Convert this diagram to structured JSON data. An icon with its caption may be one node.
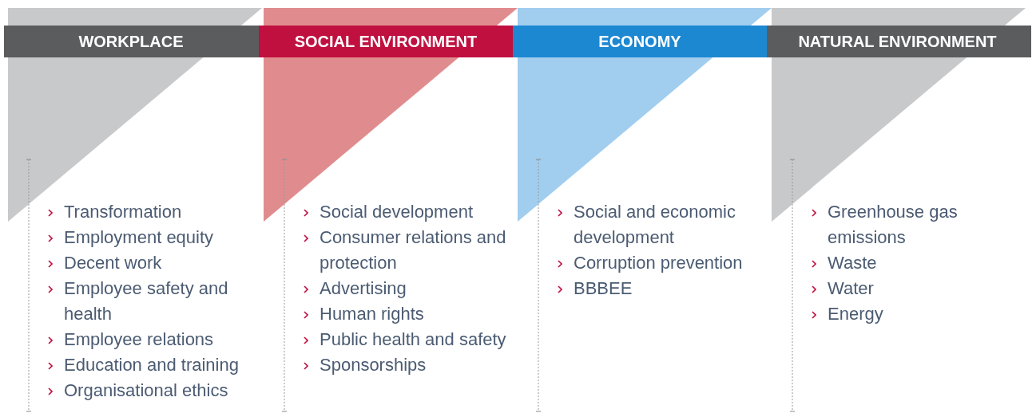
{
  "diagram": {
    "nodes": [
      {
        "text": [
          "WORKPLACE",
          "Transformation",
          "Employment equity",
          "Decent work",
          "Employee safety and health",
          "Employee relations",
          "Education and training",
          "Organisational ethics"
        ]
      },
      {
        "text": [
          "SOCIAL ENVIRONMENT",
          "Social development",
          "Consumer relations and protection",
          "Advertising",
          "Human rights",
          "Public health and safety",
          "Sponsorships"
        ]
      },
      {
        "text": [
          "ECONOMY",
          "Social and economic development",
          "Corruption prevention",
          "BBBEE"
        ]
      },
      {
        "text": [
          "NATURAL ENVIRONMENT",
          "Greenhouse gas emissions",
          "Waste",
          "Water",
          "Energy"
        ]
      }
    ],
    "edges": []
  }
}
